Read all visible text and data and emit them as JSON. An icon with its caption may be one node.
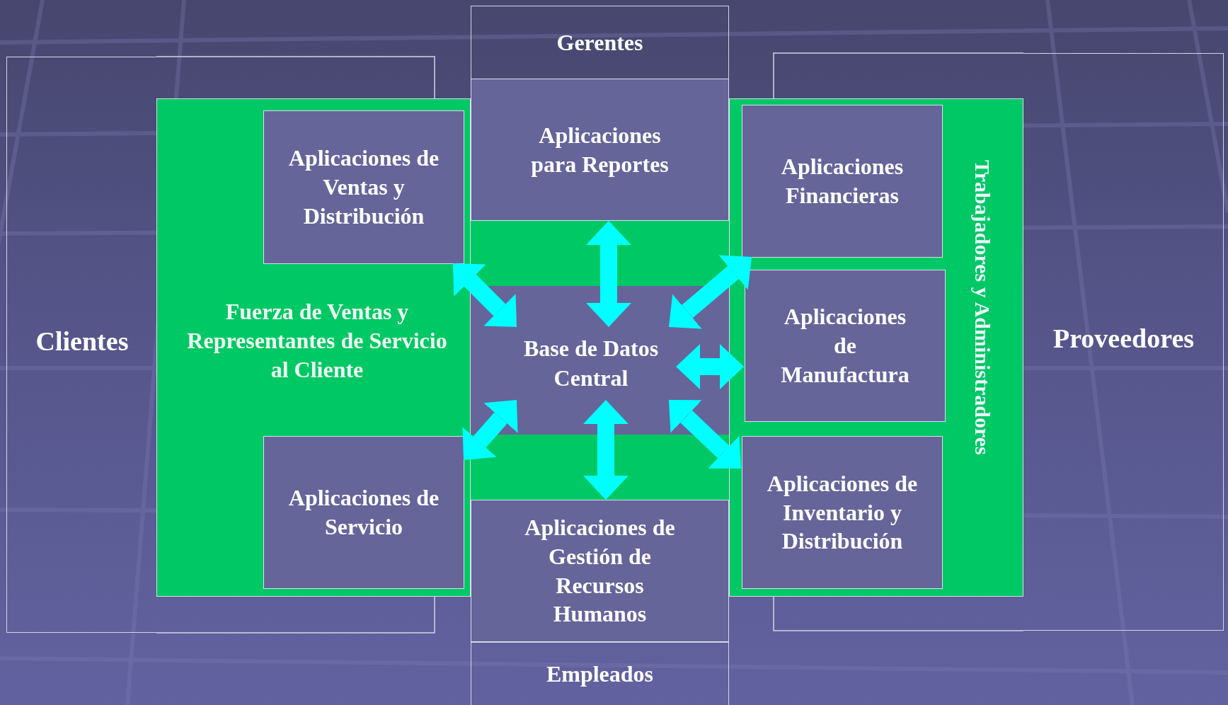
{
  "diagram": {
    "nodes": [
      {
        "text": [
          "Gerentes"
        ]
      },
      {
        "text": [
          "Clientes"
        ]
      },
      {
        "text": [
          "Fuerza de Ventas y Representantes de Servicio al Cliente"
        ]
      },
      {
        "text": [
          "Aplicaciones de Ventas y Distribución"
        ],
        "in": 2
      },
      {
        "text": [
          "Aplicaciones de Servicio"
        ],
        "in": 2
      },
      {
        "text": [
          "Aplicaciones para Reportes"
        ]
      },
      {
        "text": [
          "Base de Datos Central"
        ]
      },
      {
        "text": [
          "Aplicaciones de Gestión de Recursos Humanos"
        ]
      },
      {
        "text": [
          "Trabajadores y Administradores"
        ]
      },
      {
        "text": [
          "Aplicaciones Financieras"
        ],
        "in": 8
      },
      {
        "text": [
          "Aplicaciones de Manufactura"
        ],
        "in": 8
      },
      {
        "text": [
          "Aplicaciones de Inventario y Distribución"
        ],
        "in": 8
      },
      {
        "text": [
          "Proveedores"
        ]
      },
      {
        "text": [
          "Empleados"
        ]
      }
    ],
    "edges": [
      {
        "from": 6,
        "to": 5,
        "arrow": "both"
      },
      {
        "from": 6,
        "to": 3,
        "arrow": "both"
      },
      {
        "from": 6,
        "to": 9,
        "arrow": "both"
      },
      {
        "from": 6,
        "to": 10,
        "arrow": "both"
      },
      {
        "from": 6,
        "to": 4,
        "arrow": "both"
      },
      {
        "from": 6,
        "to": 11,
        "arrow": "both"
      },
      {
        "from": 6,
        "to": 7,
        "arrow": "both"
      }
    ]
  }
}
